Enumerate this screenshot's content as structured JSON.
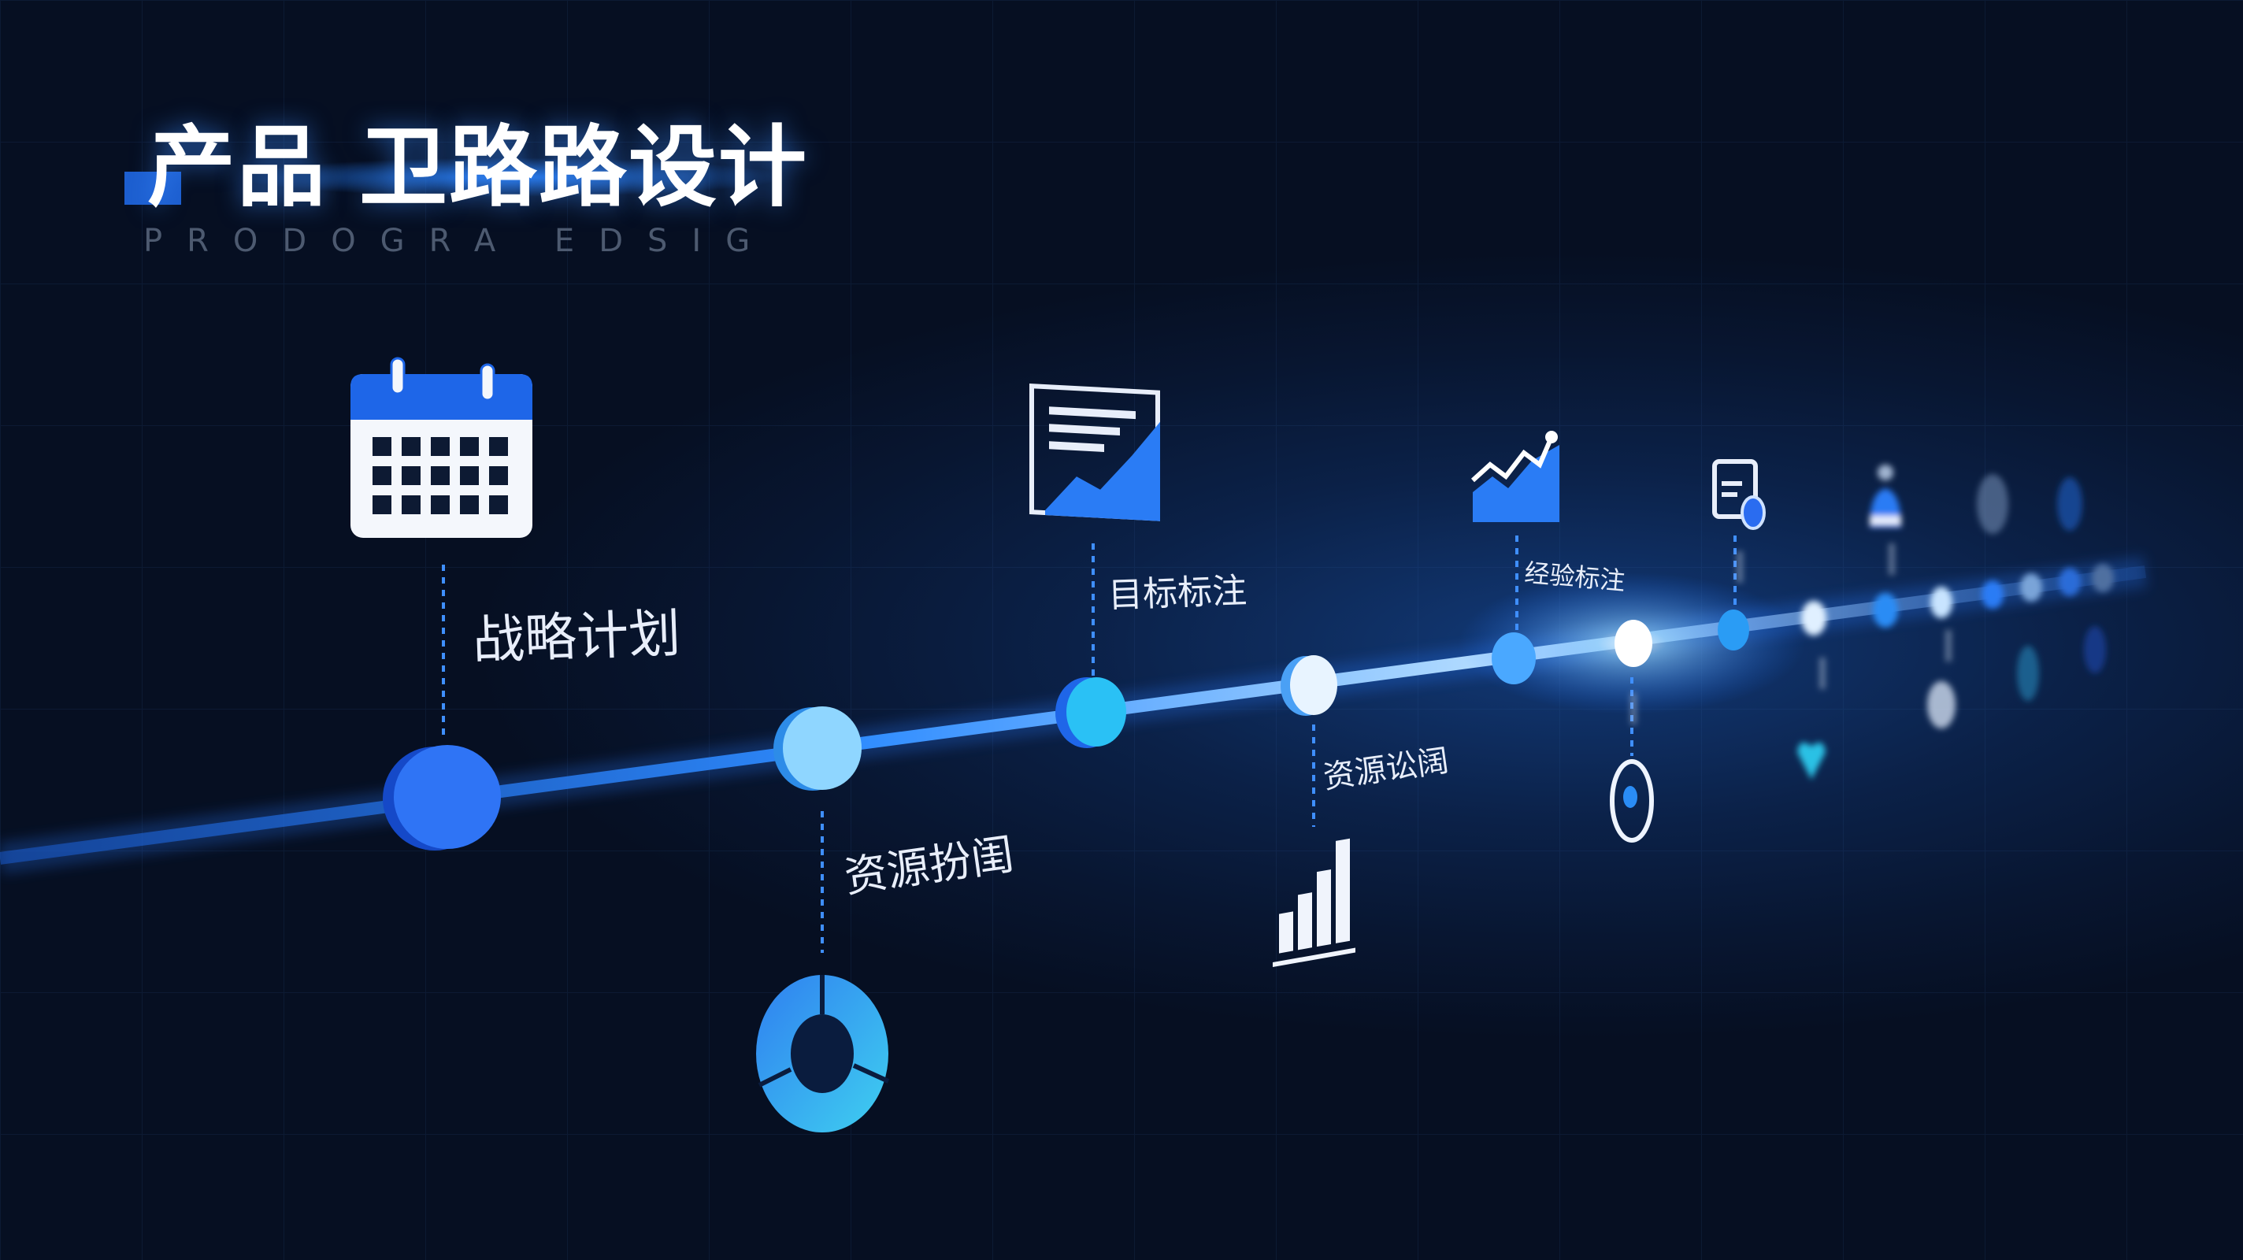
{
  "header": {
    "title": "产品 卫路路设计",
    "subtitle": "PRODOGRA EDSIG"
  },
  "colors": {
    "accent": "#1d6ff2",
    "line": "#4aa8ff",
    "background": "#081631"
  },
  "milestones": [
    {
      "label": "战略计划",
      "icon": "calendar-icon"
    },
    {
      "label": "资源扮闺",
      "icon": "donut-chart-icon"
    },
    {
      "label": "目标标注",
      "icon": "document-chart-icon"
    },
    {
      "label": "资源讼阔",
      "icon": "bar-chart-icon"
    },
    {
      "label": "经验标注",
      "icon": "area-chart-icon"
    },
    {
      "icon": "target-ring-icon"
    },
    {
      "icon": "document-settings-icon"
    },
    {
      "icon": "person-icon"
    },
    {
      "icon": "heart-icon"
    }
  ]
}
